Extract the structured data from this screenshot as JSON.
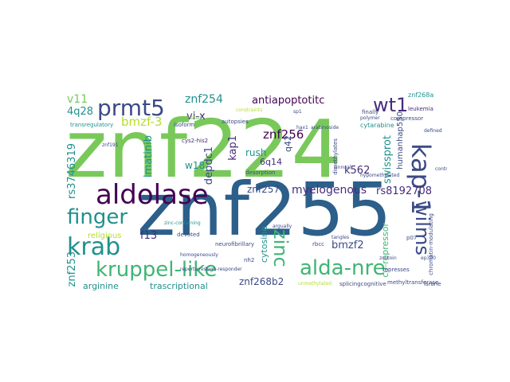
{
  "palette": {
    "green_light": "#79c95a",
    "green": "#3fb575",
    "teal": "#21918c",
    "blue": "#2c5f8a",
    "navy": "#3b4a86",
    "purple": "#472d7b",
    "dark_purple": "#440154",
    "yellow_green": "#b5de2b",
    "yellow": "#d8e219"
  },
  "words": {
    "znf224": "znf224",
    "znf255": "znf255",
    "aldolase": "aldolase",
    "kap_1": "kap-1",
    "krab": "krab",
    "kruppel_like": "kruppel-like",
    "alda_nre": "alda-nre",
    "finger": "finger",
    "prmt5": "prmt5",
    "wilms": "wilms",
    "zinc": "zinc",
    "wt1": "wt1",
    "myelogenous": "myelogenous",
    "znf256": "znf256",
    "bmzf_3": "bmzf-3",
    "znf254": "znf254",
    "antiapoptotic": "antiapoptotitc",
    "v11": "v11",
    "q4q28": "4q28",
    "vi_x": "vi-x",
    "rs3746319": "rs3746319",
    "imatinib": "imatinib",
    "depdc1": "depdc1",
    "kap1": "kap1",
    "w18": "w18",
    "rush": "rush",
    "q6q14": "6q14",
    "znf257": "znf257",
    "k562": "k562",
    "rs8192708": "rs8192708",
    "swissprot": "swissprot",
    "humanhap550": "humanhap550",
    "znf253": "znf253",
    "f13": "f13",
    "bmzf2": "bmzf2",
    "religious": "religious",
    "cytosine": "cytosine",
    "co_repressor": "co-repressor",
    "arginine": "arginine",
    "trascriptional": "trascriptional",
    "znf268b2": "znf268b2",
    "q42": "q42",
    "znf268a": "znf268a",
    "cytarabine": "cytarabine",
    "leukemia": "leukemia",
    "transregulatory": "transregulatory",
    "isoform": "isoform",
    "autopsies": "autopsies",
    "cys2_his2": "cys2-his2",
    "desorption": "desorption",
    "devoted": "devoted",
    "methyltransferase": "methyltransferase",
    "splicingcognitive": "splicingcognitive",
    "represses": "represses",
    "finally": "finally",
    "corepressor": "corepressor",
    "dimethylates": "dimethylates",
    "neurofibrillary": "neurofibrillary",
    "rbcc": "rbcc",
    "p07": "p07",
    "nh2": "nh2",
    "lsrane": "lsrane",
    "chromatin_modulating": "chromatin-modulating",
    "zinc_containing": "zinc-containing",
    "znf191": "znf191",
    "arabinoside": "arabinoside",
    "reminated": "reminated",
    "tangles": "tangles",
    "polymer": "polymer",
    "sp1": "sp1",
    "hax1": "hax1",
    "defined": "defined",
    "contrary": "contrary",
    "unmethylated": "unmethylated",
    "constraints": "constraints",
    "argually": "argually",
    "hypomethylated": "hypomethylated",
    "homogeneously": "homogeneously",
    "zolitoin": "zolitoin",
    "repertoires": "repertoires",
    "high_responder": "high-responder",
    "ep300": "ep300",
    "annual": "annual"
  }
}
